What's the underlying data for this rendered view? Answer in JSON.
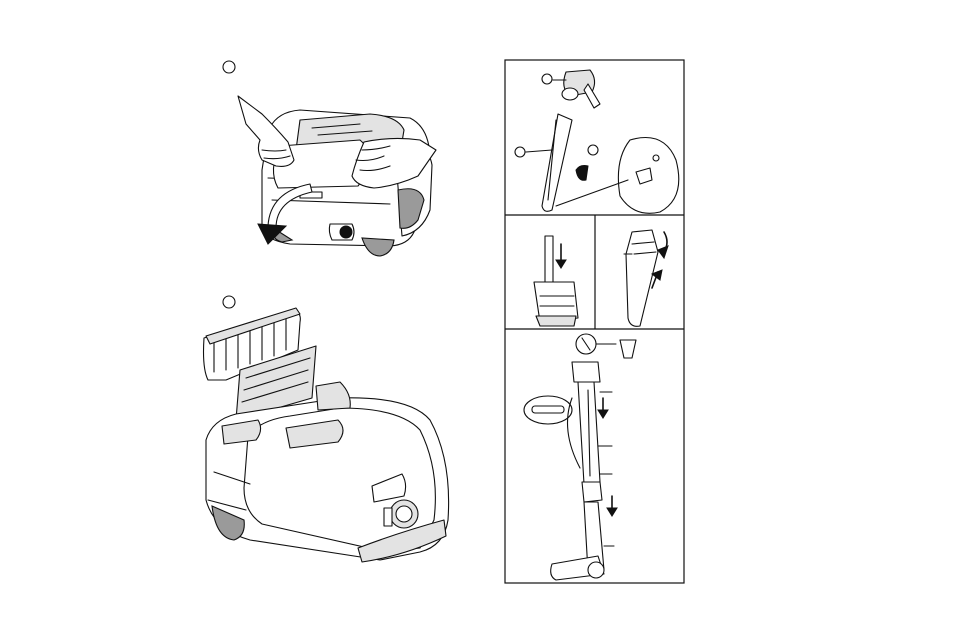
{
  "figure": {
    "step_markers": [
      "",
      ""
    ],
    "panel_markers": [
      "",
      "",
      ""
    ],
    "icons": [
      "hands-lifting-lid",
      "rotation-arrow",
      "filter-cassette",
      "hepa-filter",
      "canister-vacuum",
      "hose-handle",
      "crevice-tool",
      "upholstery-brush",
      "wand-tube",
      "floor-nozzle",
      "down-arrow",
      "up-arrow"
    ]
  }
}
